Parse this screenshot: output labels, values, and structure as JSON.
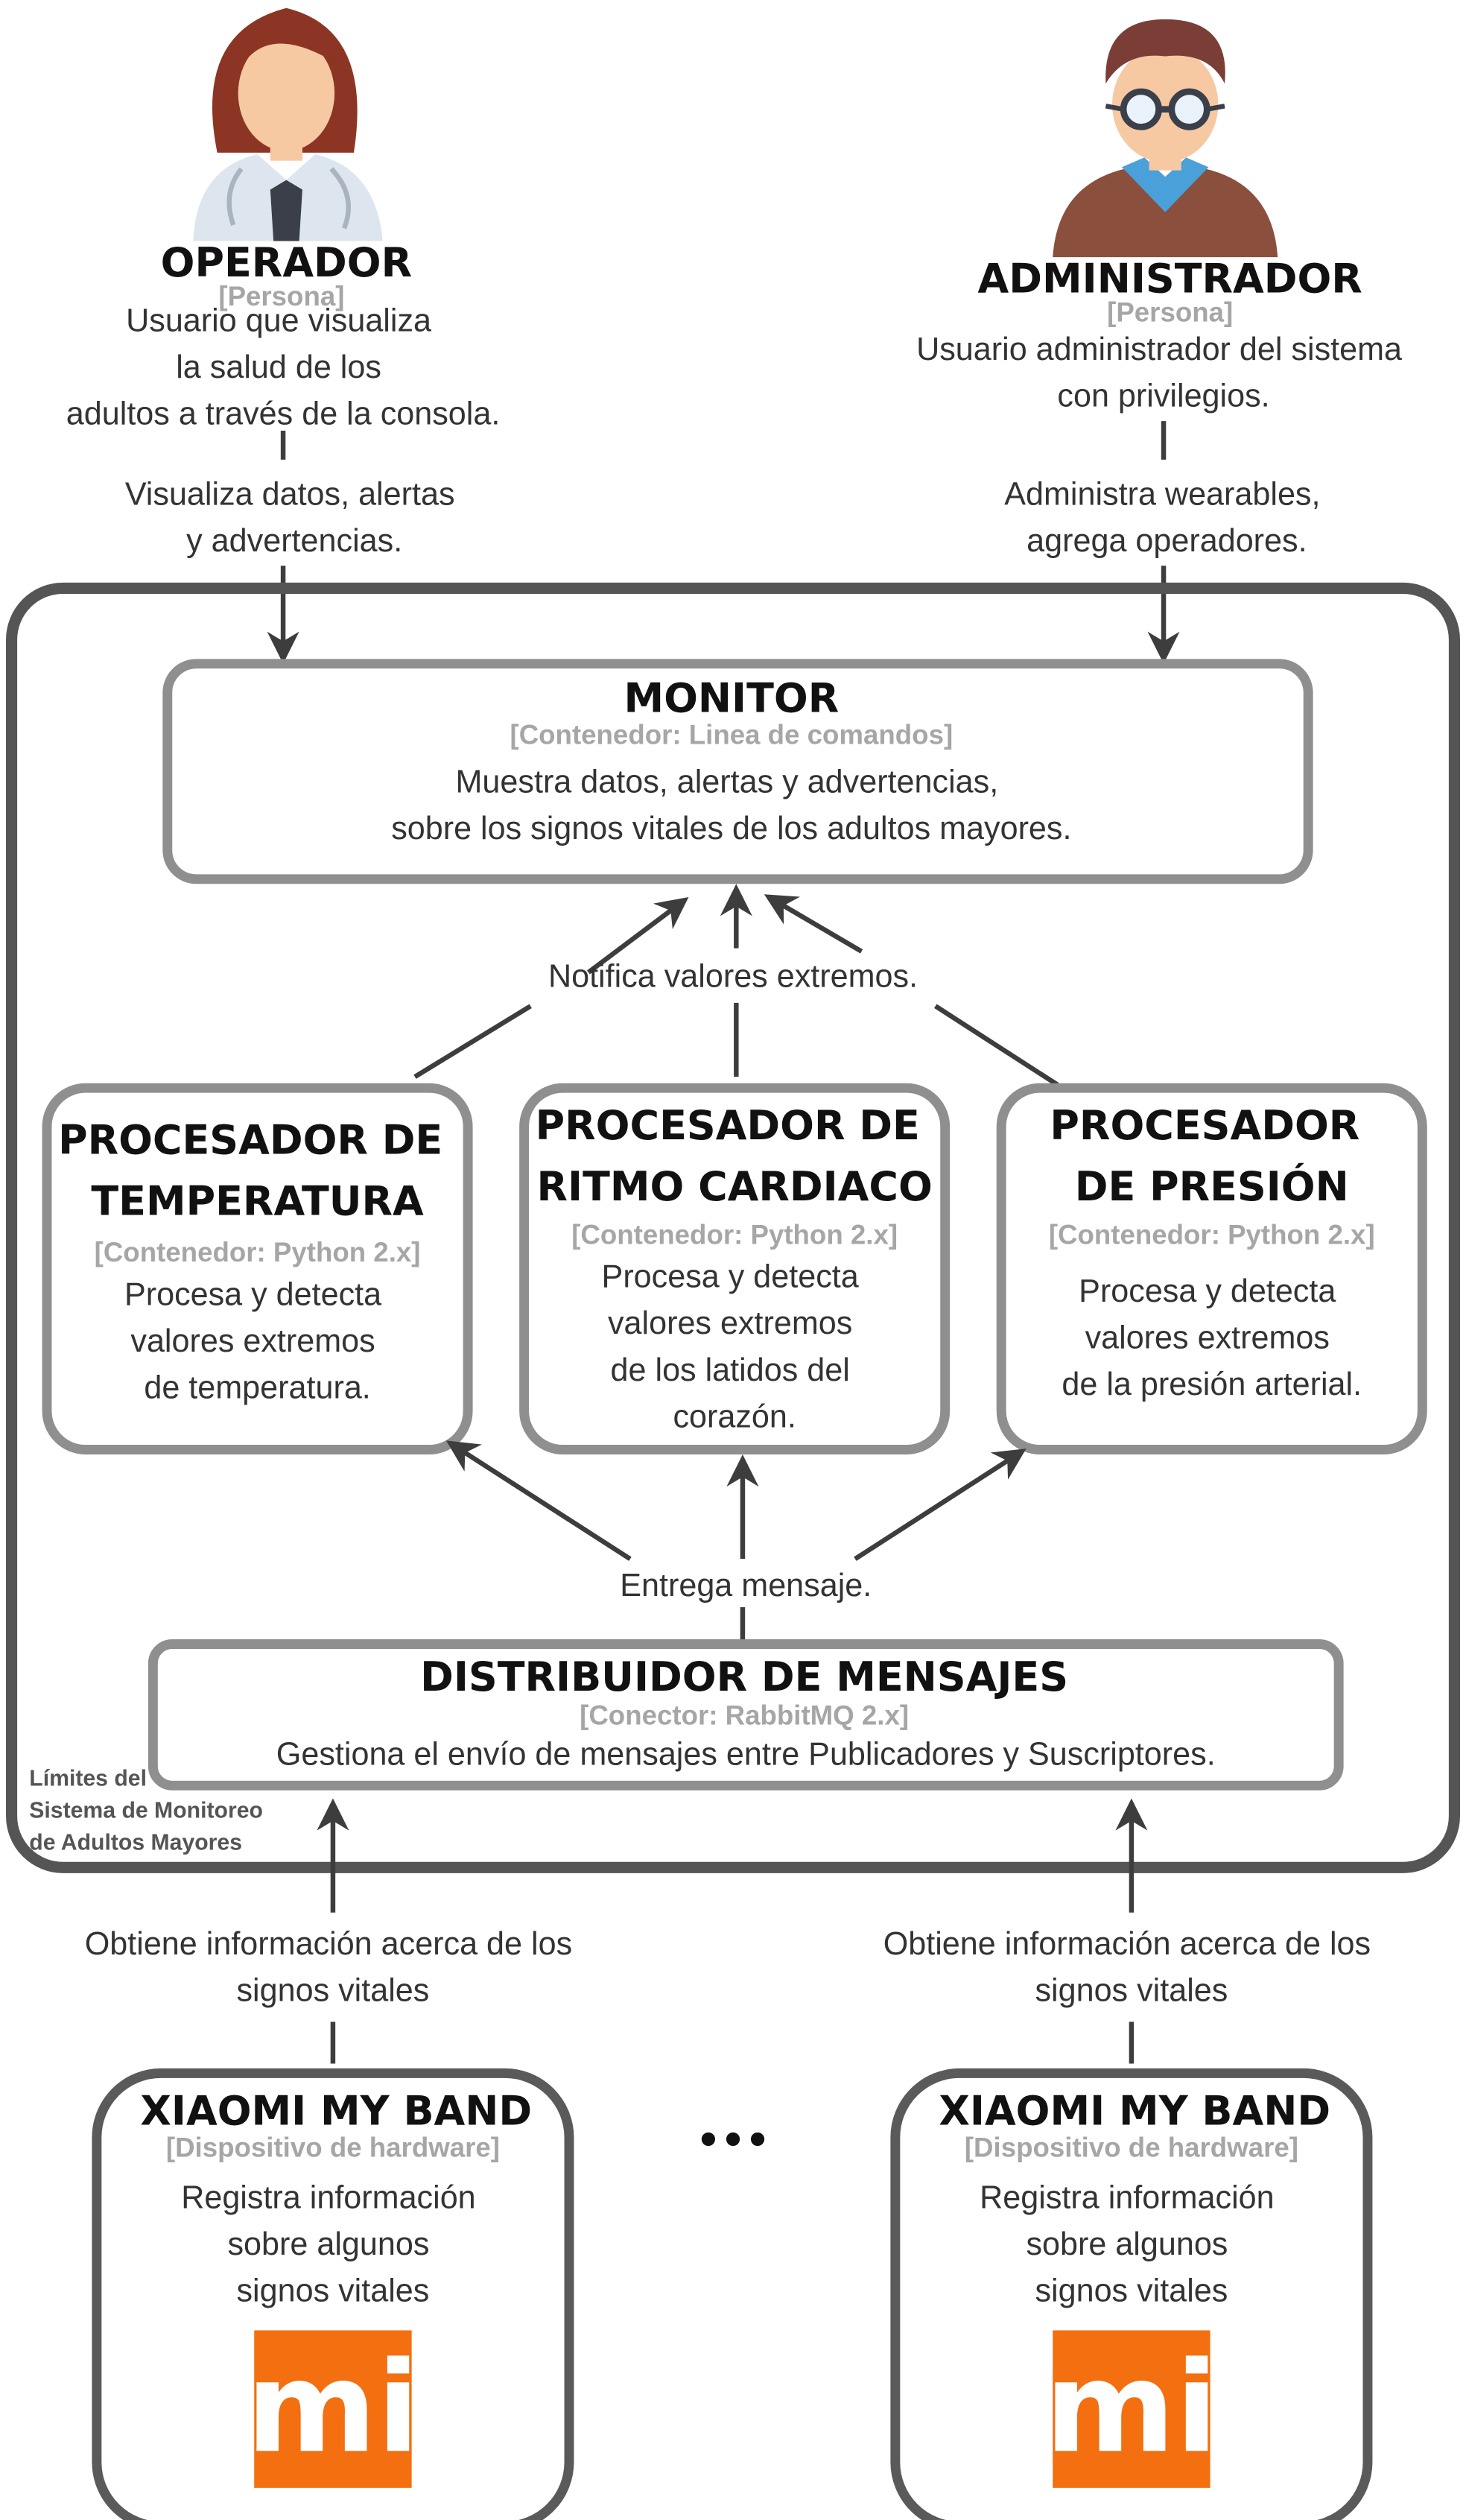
{
  "persons": {
    "operador": {
      "name": "OPERADOR",
      "tag": "[Persona]",
      "desc": [
        "Usuario que visualiza",
        "la salud de los",
        "adultos a través de la consola."
      ]
    },
    "administrador": {
      "name": "ADMINISTRADOR",
      "tag": "[Persona]",
      "desc": [
        "Usuario administrador del sistema",
        "con privilegios."
      ]
    }
  },
  "relations": {
    "operador_monitor": [
      "Visualiza datos, alertas",
      "y advertencias."
    ],
    "admin_monitor": [
      "Administra wearables,",
      "agrega operadores."
    ],
    "notifica": [
      "Notifica valores extremos."
    ],
    "entrega": [
      "Entrega mensaje."
    ],
    "obtiene_left": [
      "Obtiene información acerca de los",
      "signos vitales"
    ],
    "obtiene_right": [
      "Obtiene información acerca de los",
      "signos vitales"
    ]
  },
  "system_boundary": {
    "label": [
      "Límites del",
      "Sistema de Monitoreo",
      "de Adultos Mayores"
    ]
  },
  "monitor": {
    "title": [
      "MONITOR"
    ],
    "tag": "[Contenedor: Linea de comandos]",
    "desc": [
      "Muestra datos, alertas y advertencias,",
      "sobre los signos vitales de los adultos mayores."
    ]
  },
  "proc_temp": {
    "title": [
      "PROCESADOR DE",
      "TEMPERATURA"
    ],
    "tag": "[Contenedor: Python 2.x]",
    "desc": [
      "Procesa y detecta",
      "valores extremos",
      "de temperatura."
    ]
  },
  "proc_ritmo": {
    "title": [
      "PROCESADOR DE",
      "RITMO CARDIACO"
    ],
    "tag": "[Contenedor: Python 2.x]",
    "desc": [
      "Procesa y detecta",
      "valores extremos",
      "de los latidos del",
      "corazón."
    ]
  },
  "proc_presion": {
    "title": [
      "PROCESADOR",
      "DE PRESIÓN"
    ],
    "tag": "[Contenedor: Python 2.x]",
    "desc": [
      "Procesa y detecta",
      "valores extremos",
      "de la presión arterial."
    ]
  },
  "distribuidor": {
    "title": [
      "DISTRIBUIDOR DE MENSAJES"
    ],
    "tag": "[Conector: RabbitMQ 2.x]",
    "desc": [
      "Gestiona el envío de mensajes entre Publicadores y Suscriptores."
    ]
  },
  "band_left": {
    "title": [
      "XIAOMI MY BAND"
    ],
    "tag": "[Dispositivo de hardware]",
    "desc": [
      "Registra información",
      "sobre algunos",
      "signos vitales"
    ]
  },
  "band_right": {
    "title": [
      "XIAOMI MY BAND"
    ],
    "tag": "[Dispositivo de hardware]",
    "desc": [
      "Registra información",
      "sobre algunos",
      "signos vitales"
    ]
  },
  "ellipsis": "•••",
  "logo_text": "mi",
  "icons": {
    "operador": "doctor-avatar-icon",
    "administrador": "man-glasses-avatar-icon",
    "logo": "xiaomi-logo-icon"
  },
  "colors": {
    "boundary": "#555555",
    "box_border": "#8f8f8f",
    "band_border": "#5a5a5a",
    "arrow": "#3d3d3d",
    "tag": "#a6a6a6",
    "text": "#333333",
    "title": "#111111",
    "xiaomi": "#f36f0f",
    "doctor_hair": "#8c3524",
    "admin_sweater": "#8a4f3d",
    "admin_collar": "#4aa0d8",
    "skin": "#f6c9a3"
  }
}
